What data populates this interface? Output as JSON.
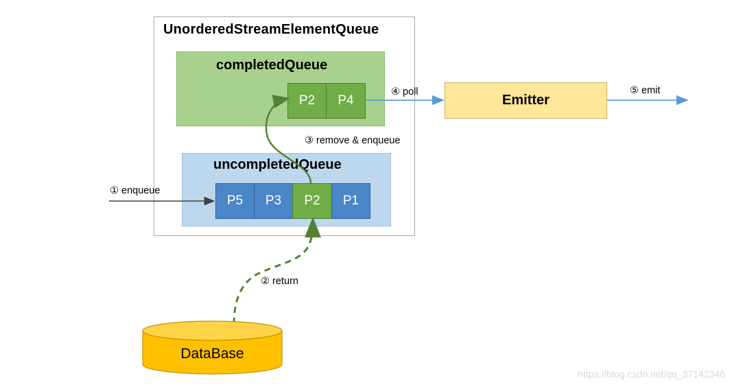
{
  "outer_title": "UnorderedStreamElementQueue",
  "completed_queue": {
    "title": "completedQueue",
    "cells": [
      "P2",
      "P4"
    ]
  },
  "uncompleted_queue": {
    "title": "uncompletedQueue",
    "cells": [
      "P5",
      "P3",
      "P2",
      "P1"
    ]
  },
  "emitter": "Emitter",
  "database": "DataBase",
  "steps": {
    "enqueue": "① enqueue",
    "return": "② return",
    "remove_enqueue": "③ remove & enqueue",
    "poll": "④ poll",
    "emit": "⑤ emit"
  },
  "watermark": "https://blog.csdn.net/qq_37142346",
  "colors": {
    "completed_bg": "#a9d18e",
    "uncompleted_bg": "#bdd7ee",
    "green_cell": "#70ad47",
    "blue_cell": "#4a86c8",
    "emitter_bg": "#ffe699",
    "database_fill": "#ffc000",
    "arrow_blue": "#5b9bd5",
    "arrow_green": "#548235"
  }
}
